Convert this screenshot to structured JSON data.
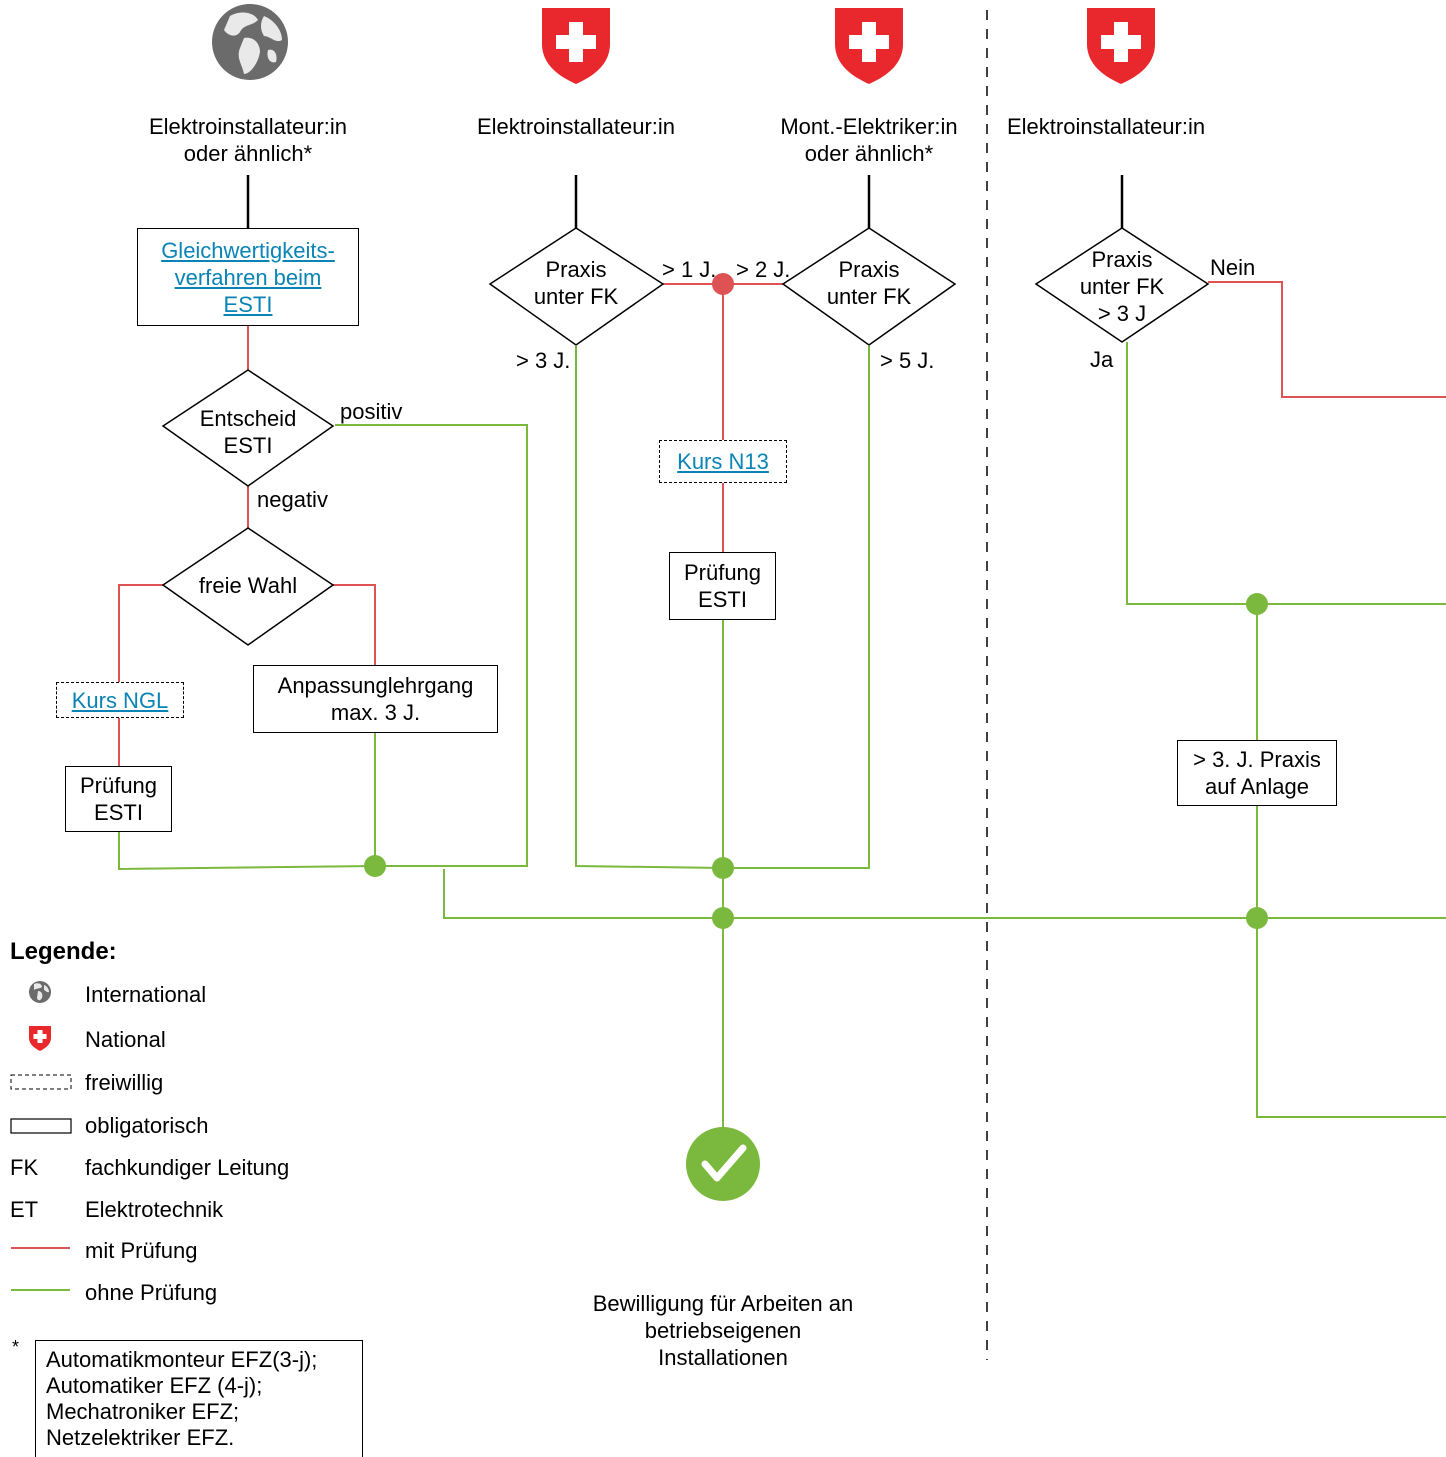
{
  "colors": {
    "red": "#de5253",
    "green": "#7ab93d",
    "link": "#0a84b4",
    "swiss_red": "#e8282d",
    "globe": "#6b6b6b"
  },
  "icons": {
    "international": "globe-icon",
    "national": "swiss-cross-icon",
    "success": "checkmark-icon"
  },
  "columns": {
    "intl": {
      "title_line1": "Elektroinstallateur:in",
      "title_line2": "oder ähnlich*"
    },
    "nat1": {
      "title": "Elektroinstallateur:in"
    },
    "nat2": {
      "title_line1": "Mont.-Elektriker:in",
      "title_line2": "oder ähnlich*"
    },
    "nat3": {
      "title": "Elektroinstallateur:in"
    }
  },
  "intl_flow": {
    "gleich_line1": "Gleichwertigkeits-",
    "gleich_line2": "verfahren beim",
    "gleich_line3": "ESTI",
    "entscheid_line1": "Entscheid",
    "entscheid_line2": "ESTI",
    "positiv": "positiv",
    "negativ": "negativ",
    "freie_wahl": "freie Wahl",
    "kurs_ngl": "Kurs NGL",
    "anpassung_line1": "Anpassunglehrgang",
    "anpassung_line2": "max. 3 J.",
    "pruefung_line1": "Prüfung",
    "pruefung_line2": "ESTI"
  },
  "nat_flow": {
    "praxis1_line1": "Praxis",
    "praxis1_line2": "unter FK",
    "praxis2_line1": "Praxis",
    "praxis2_line2": "unter FK",
    "gt1": "> 1 J.",
    "gt2": "> 2 J.",
    "gt3": "> 3 J.",
    "gt5": "> 5 J.",
    "kurs_n13": "Kurs N13",
    "pruefung_line1": "Prüfung",
    "pruefung_line2": "ESTI"
  },
  "nat3_flow": {
    "praxis_line1": "Praxis",
    "praxis_line2": "unter FK",
    "praxis_line3": "> 3 J",
    "nein": "Nein",
    "ja": "Ja",
    "praxis_anlage_line1": "> 3. J. Praxis",
    "praxis_anlage_line2": "auf Anlage"
  },
  "result": {
    "line1": "Bewilligung für Arbeiten an",
    "line2": "betriebseigenen",
    "line3": "Installationen"
  },
  "legend": {
    "title": "Legende:",
    "international": "International",
    "national": "National",
    "freiwillig": "freiwillig",
    "obligatorisch": "obligatorisch",
    "fk_abbr": "FK",
    "fk_text": "fachkundiger Leitung",
    "et_abbr": "ET",
    "et_text": "Elektrotechnik",
    "mit": "mit Prüfung",
    "ohne": "ohne Prüfung"
  },
  "footnote": {
    "mark": "*",
    "line1": "Automatikmonteur EFZ(3-j);",
    "line2": "Automatiker EFZ (4-j);",
    "line3": "Mechatroniker EFZ;",
    "line4": "Netzelektriker EFZ."
  }
}
